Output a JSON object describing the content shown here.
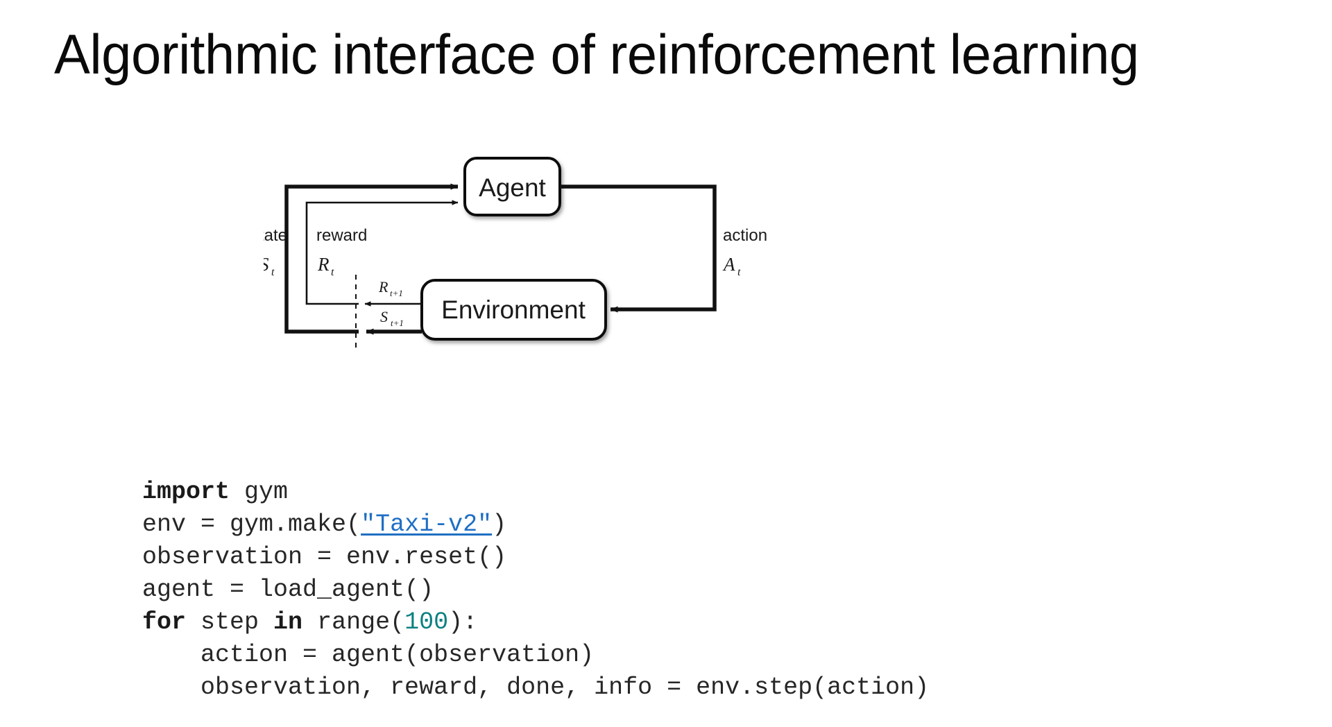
{
  "slide": {
    "title": "Algorithmic interface of reinforcement learning",
    "background_color": "#ffffff"
  },
  "diagram": {
    "name": "agent-environment-interaction-loop",
    "nodes": [
      {
        "id": "agent",
        "label": "Agent"
      },
      {
        "id": "environment",
        "label": "Environment"
      }
    ],
    "edge_labels": {
      "state_word": "state",
      "state_symbol": "S",
      "state_subscript": "t",
      "reward_word": "reward",
      "reward_symbol": "R",
      "reward_subscript": "t",
      "action_word": "action",
      "action_symbol": "A",
      "action_subscript": "t",
      "next_reward_symbol": "R",
      "next_reward_subscript": "t+1",
      "next_state_symbol": "S",
      "next_state_subscript": "t+1"
    },
    "line_color": "#111111",
    "box_fill": "#ffffff"
  },
  "code": {
    "language": "python",
    "link_color": "#1f6fc4",
    "number_color": "#0b8081",
    "text_color": "#262626",
    "lines": [
      {
        "id": "line-1",
        "tokens": [
          {
            "text": "import",
            "type": "keyword"
          },
          {
            "text": " gym",
            "type": "plain"
          }
        ]
      },
      {
        "id": "line-2",
        "tokens": [
          {
            "text": "env = gym.make(",
            "type": "plain"
          },
          {
            "text": "\"Taxi-v2\"",
            "type": "link"
          },
          {
            "text": ")",
            "type": "plain"
          }
        ]
      },
      {
        "id": "line-3",
        "tokens": [
          {
            "text": "observation = env.reset()",
            "type": "plain"
          }
        ]
      },
      {
        "id": "line-4",
        "tokens": [
          {
            "text": "agent = load_agent()",
            "type": "plain"
          }
        ]
      },
      {
        "id": "line-5",
        "tokens": [
          {
            "text": "for",
            "type": "keyword"
          },
          {
            "text": " step ",
            "type": "plain"
          },
          {
            "text": "in",
            "type": "keyword"
          },
          {
            "text": " range(",
            "type": "plain"
          },
          {
            "text": "100",
            "type": "number"
          },
          {
            "text": "):",
            "type": "plain"
          }
        ]
      },
      {
        "id": "line-6",
        "tokens": [
          {
            "text": "    action = agent(observation)",
            "type": "plain"
          }
        ]
      },
      {
        "id": "line-7",
        "tokens": [
          {
            "text": "    observation, reward, done, info = env.step(action)",
            "type": "plain"
          }
        ]
      }
    ]
  }
}
